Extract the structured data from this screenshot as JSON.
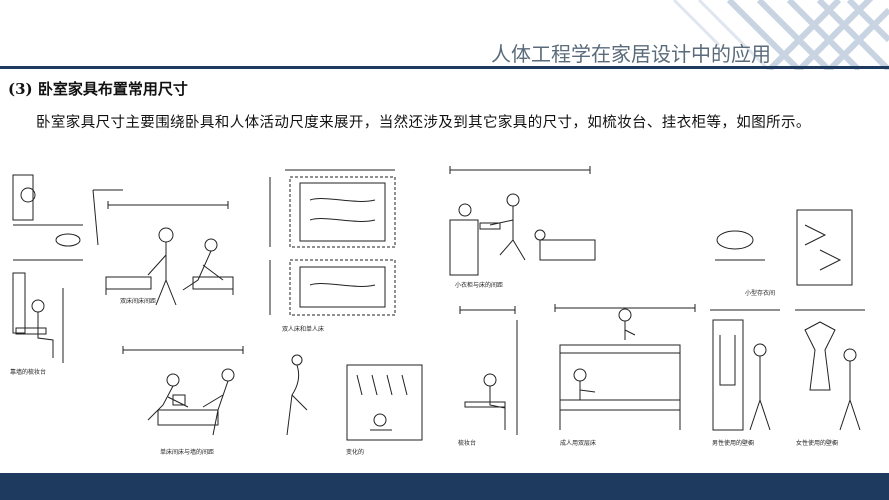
{
  "header": {
    "title": "人体工程学在家居设计中的应用"
  },
  "section": {
    "heading": "(3) 卧室家具布置常用尺寸",
    "paragraph": "卧室家具尺寸主要围绕卧具和人体活动尺度来展开，当然还涉及到其它家具的尺寸，如梳妆台、挂衣柜等，如图所示。"
  },
  "figures": {
    "f1": "靠墙的梳妆台",
    "f2": "双床间床间距",
    "f3": "单床间床与墙的间距",
    "f4": "双人床和单人床",
    "f5": "小衣柜与床的间距",
    "f6": "梳妆台",
    "f7": "成人用双层床",
    "f8": "小型存衣间",
    "f9": "男性使用的壁橱",
    "f10": "女性使用的壁橱",
    "f11": "变化的"
  },
  "colors": {
    "accent": "#1f3a5f",
    "title": "#5a6b7b"
  }
}
